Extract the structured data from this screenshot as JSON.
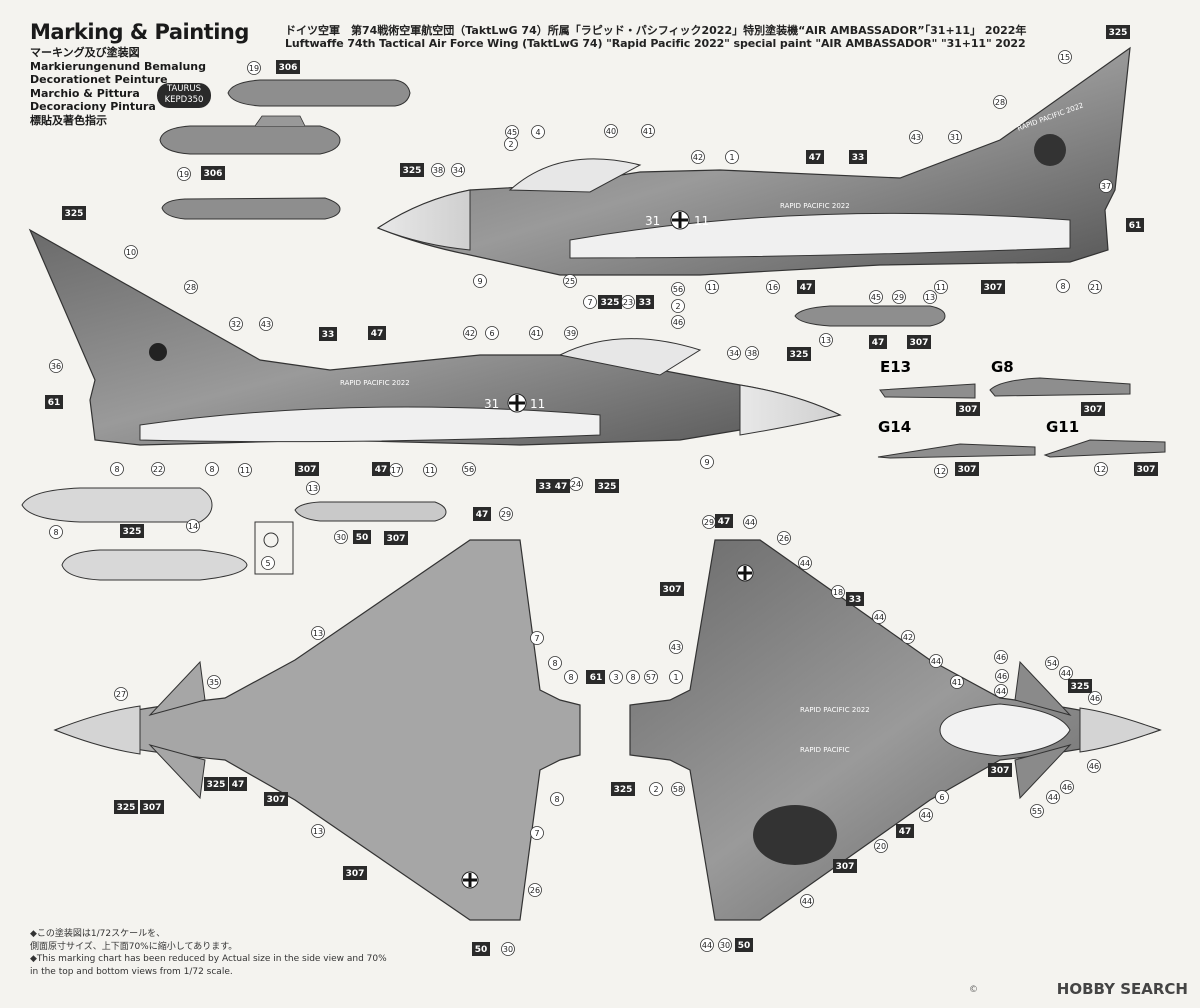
{
  "header": {
    "title": "Marking & Painting",
    "subtitles": [
      "マーキング及び塗装図",
      "Markierungenund Bemalung",
      "Decorationet Peinture",
      "Marchio & Pittura",
      "Decoraciony Pintura",
      "標貼及著色指示"
    ],
    "jp_caption": "ドイツ空軍　第74戦術空軍航空団（TaktLwG 74）所属「ラピッド・パシフィック2022」特別塗装機“AIR AMBASSADOR”「31+11」 2022年",
    "en_caption": "Luftwaffe 74th Tactical Air Force Wing (TaktLwG 74) \"Rapid Pacific 2022\" special paint \"AIR AMBASSADOR\" \"31+11\" 2022"
  },
  "taurus_badge": {
    "line1": "TAURUS",
    "line2": "KEPD350"
  },
  "aircraft_text": {
    "rapid_pacific": "RAPID PACIFIC 2022",
    "rapid_pacific_short": "RAPID PACIFIC",
    "serial_left": "31",
    "serial_right": "11",
    "fin_text": "RAPID PACIFIC 2022"
  },
  "variant_labels": [
    "E13",
    "G8",
    "G14",
    "G11"
  ],
  "callouts": {
    "taurus": [
      "19",
      "306",
      "306",
      "19"
    ],
    "side_upper": [
      "2",
      "45",
      "4",
      "40",
      "41",
      "42",
      "1",
      "47",
      "33",
      "43",
      "31",
      "28",
      "15",
      "325",
      "37",
      "61",
      "325",
      "38",
      "34",
      "9",
      "25",
      "7",
      "325",
      "23",
      "33",
      "56",
      "11",
      "16",
      "47",
      "11",
      "307",
      "8",
      "21"
    ],
    "side_lower": [
      "325",
      "10",
      "28",
      "32",
      "43",
      "33",
      "47",
      "42",
      "6",
      "41",
      "39",
      "2",
      "46",
      "34",
      "38",
      "325",
      "36",
      "61",
      "22",
      "11",
      "307",
      "47",
      "17",
      "11",
      "56",
      "33",
      "47",
      "24",
      "325",
      "9",
      "8",
      "8"
    ],
    "pod": [
      "45",
      "29",
      "13",
      "13",
      "47",
      "307"
    ],
    "tanks": [
      "325",
      "8",
      "14",
      "13",
      "30",
      "50",
      "307",
      "5"
    ],
    "variants": [
      "307",
      "307",
      "12",
      "307",
      "12",
      "307"
    ],
    "bottom_left": [
      "47",
      "29",
      "13",
      "7",
      "8",
      "8",
      "61",
      "27",
      "35",
      "325",
      "47",
      "307",
      "13",
      "325",
      "307",
      "8",
      "7",
      "307",
      "26",
      "50",
      "30"
    ],
    "bottom_right": [
      "29",
      "47",
      "44",
      "26",
      "44",
      "307",
      "18",
      "33",
      "44",
      "42",
      "44",
      "43",
      "61",
      "3",
      "8",
      "57",
      "1",
      "41",
      "46",
      "54",
      "44",
      "325",
      "46",
      "46",
      "325",
      "2",
      "58",
      "6",
      "44",
      "47",
      "307",
      "46",
      "44",
      "55",
      "307",
      "20",
      "44",
      "44",
      "30",
      "50",
      "44",
      "46"
    ]
  },
  "notes": [
    "◆この塗装図は1/72スケールを、",
    "側面原寸サイズ、上下面70%に縮小してあります。",
    "◆This marking chart has been reduced by Actual size in the side view and 70%",
    "in the top and bottom views from 1/72 scale."
  ],
  "watermark": {
    "copyright": "©",
    "brand": "HOBBY SEARCH"
  },
  "colors": {
    "paper": "#f4f3ef",
    "fuselage": "#8c8c8c",
    "dark_panel": "#4a4a4a",
    "light_grey": "#c9c9c9",
    "badge": "#2a2a2a"
  }
}
